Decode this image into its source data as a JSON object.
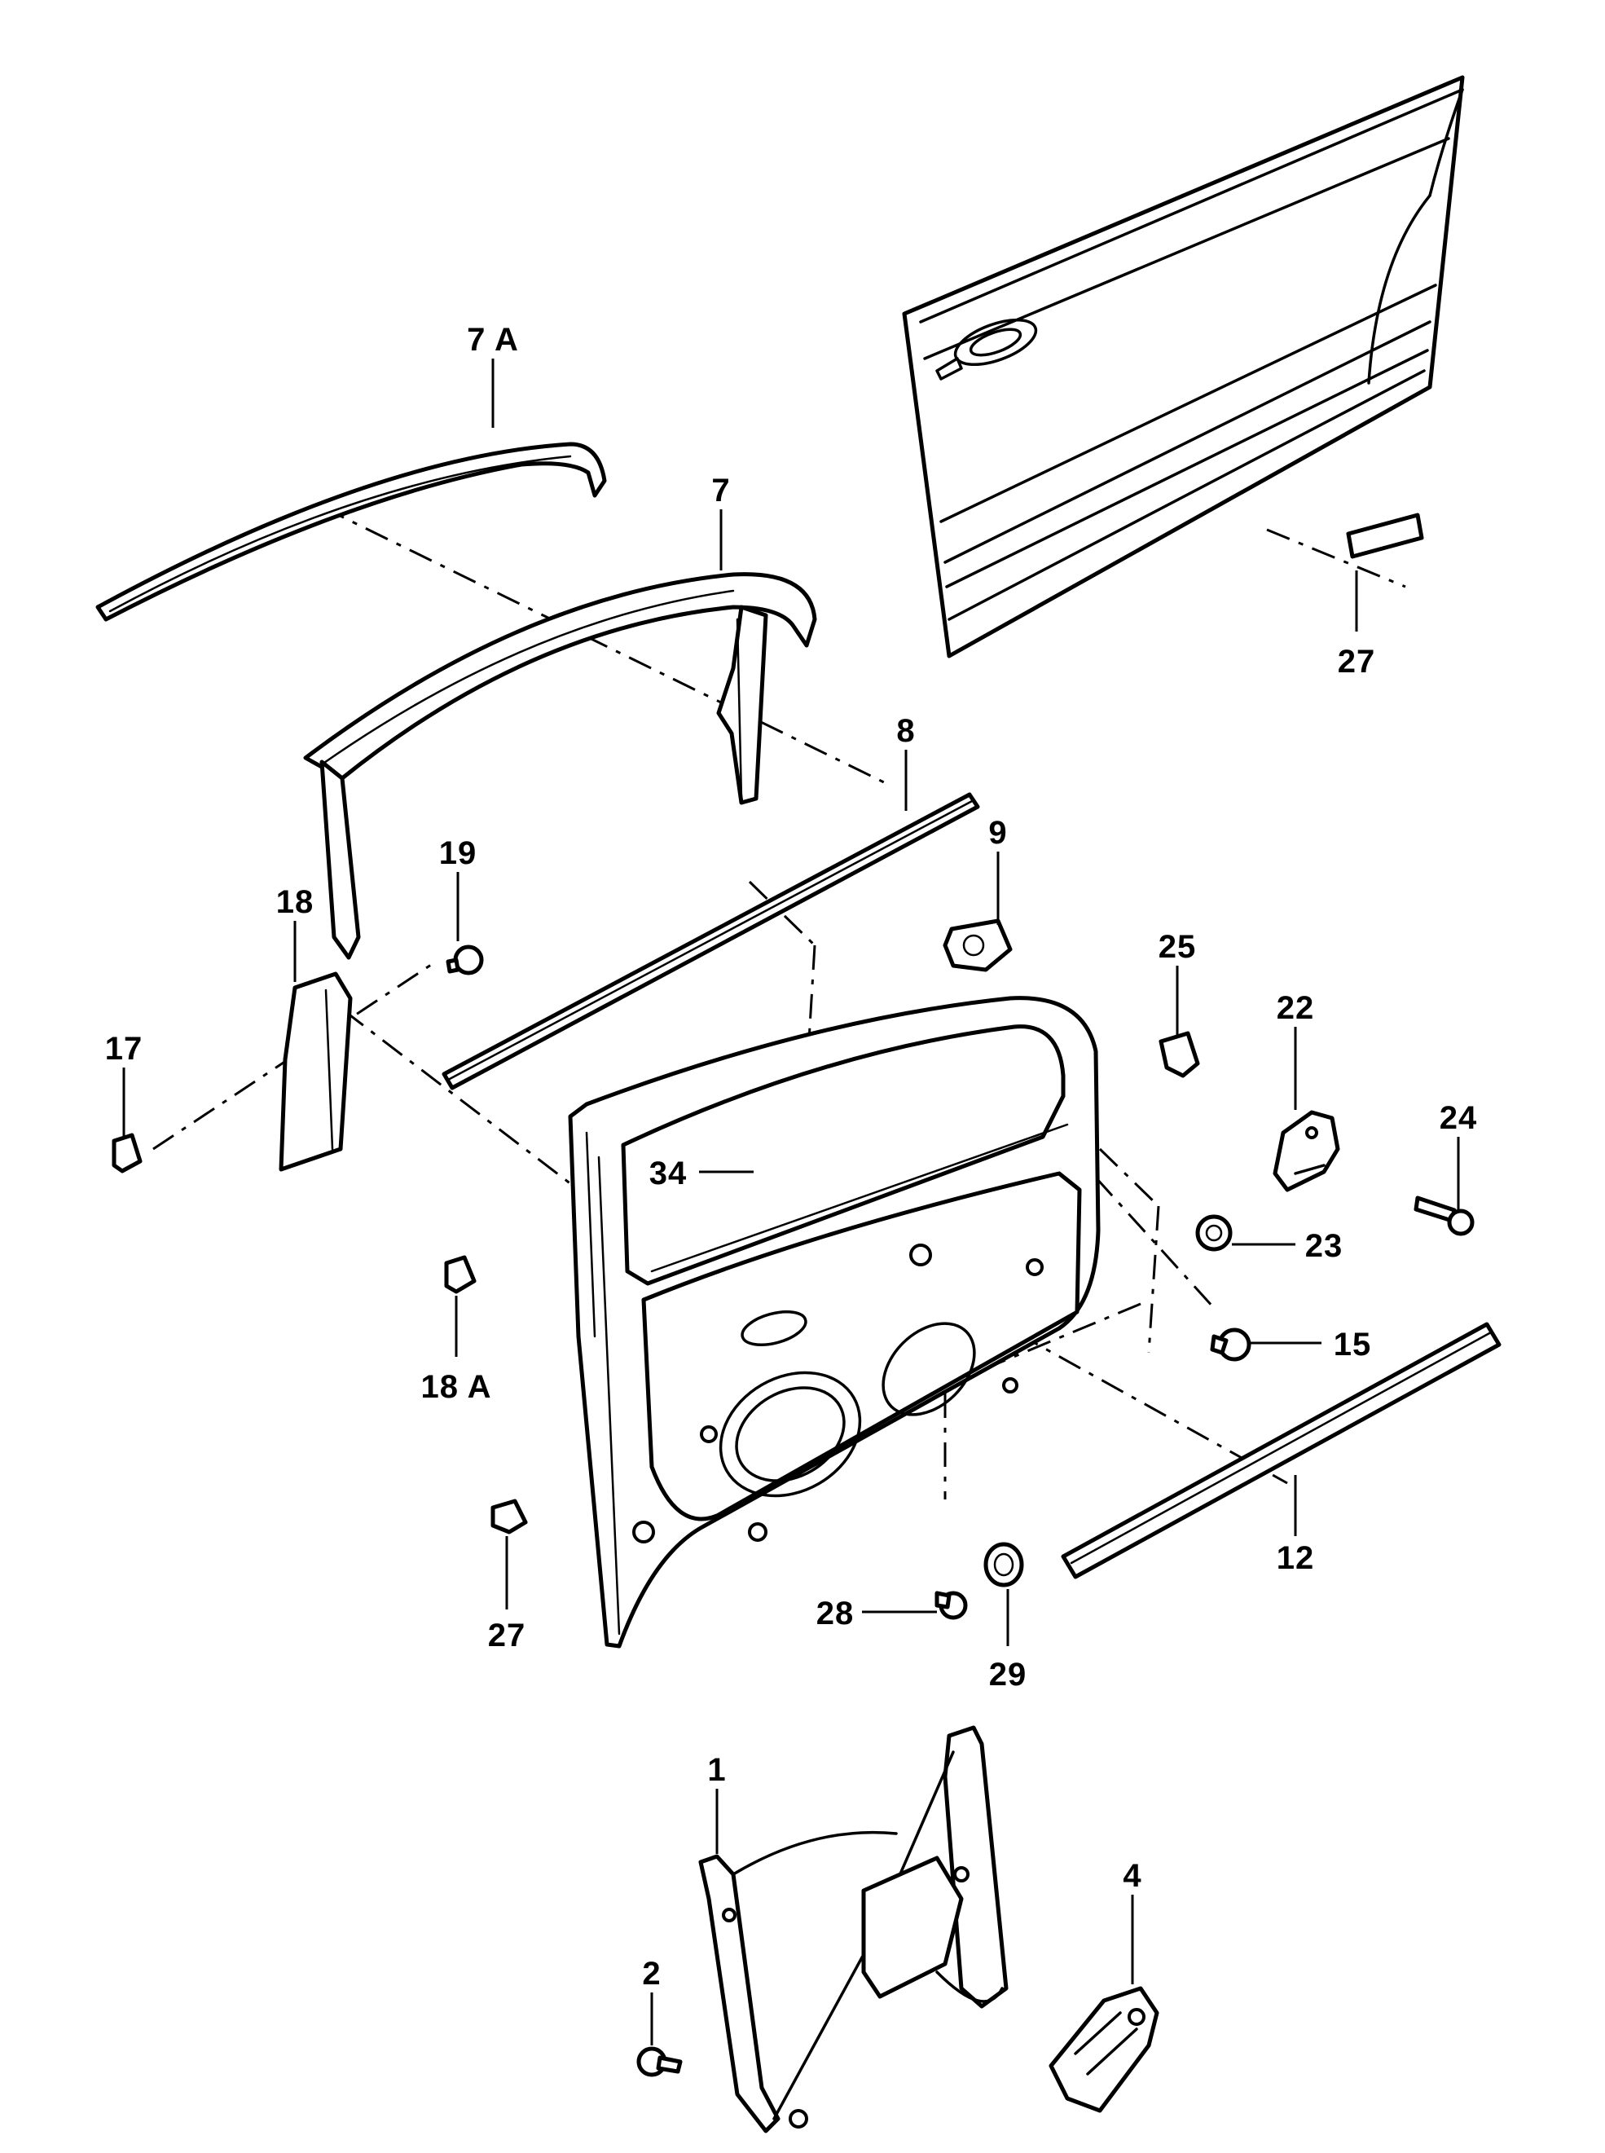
{
  "callouts": {
    "c7a": "7 A",
    "c7": "7",
    "c27_top": "27",
    "c8": "8",
    "c9": "9",
    "c19": "19",
    "c18": "18",
    "c17": "17",
    "c25": "25",
    "c22": "22",
    "c24": "24",
    "c34": "34",
    "c23": "23",
    "c15": "15",
    "c18a": "18 A",
    "c12": "12",
    "c27_bottom": "27",
    "c28": "28",
    "c29": "29",
    "c1": "1",
    "c4": "4",
    "c2": "2"
  },
  "colors": {
    "line": "#000000",
    "background": "#ffffff"
  }
}
